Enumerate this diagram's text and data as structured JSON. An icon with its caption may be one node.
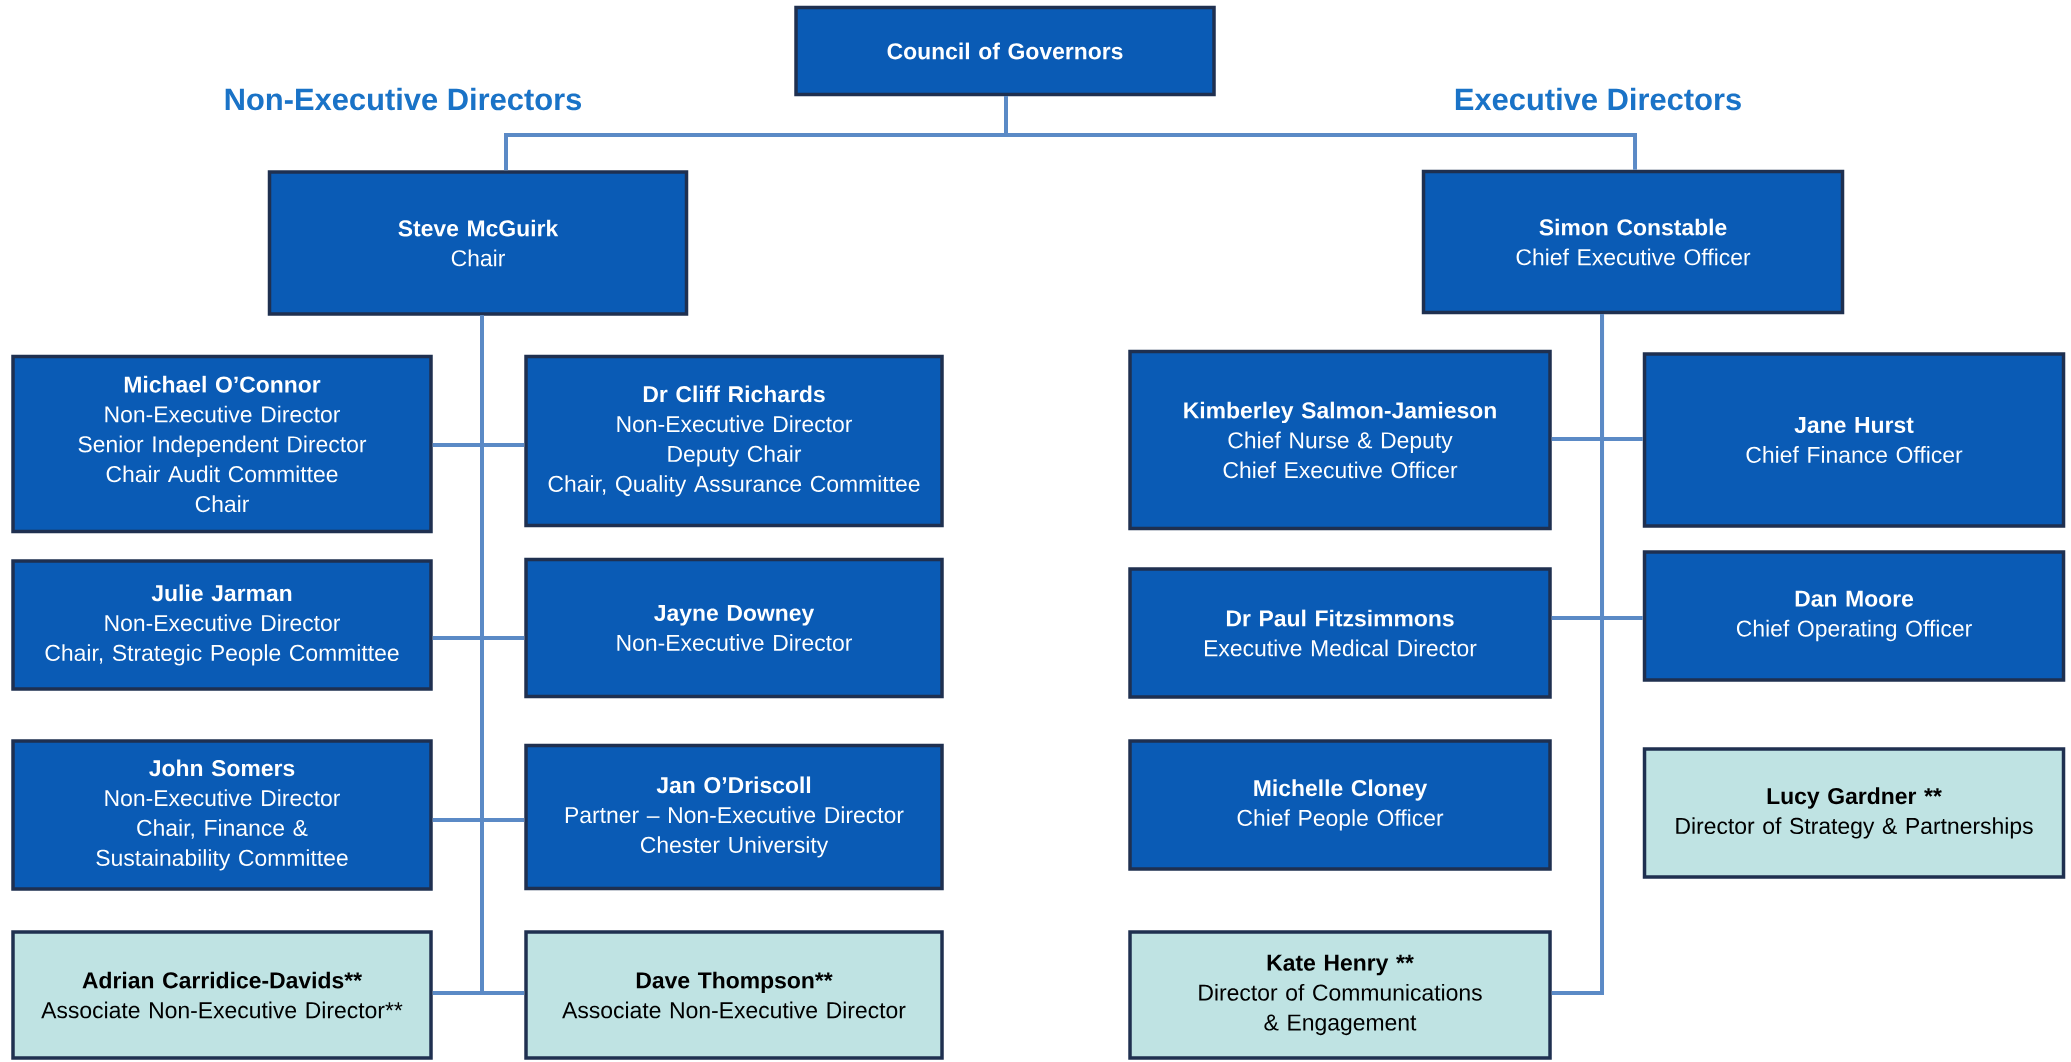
{
  "diagram": {
    "nodes": [
      {
        "text": [
          "Council of Governors"
        ]
      },
      {
        "text": [
          "Steve McGuirk",
          "Chair"
        ]
      },
      {
        "text": [
          "Simon Constable",
          "Chief Executive Officer"
        ]
      },
      {
        "text": [
          "Michael O’Connor",
          "Non-Executive Director",
          "Senior Independent Director",
          "Chair Audit Committee",
          "Chair"
        ]
      },
      {
        "text": [
          "Dr Cliff Richards",
          "Non-Executive Director",
          "Deputy Chair",
          "Chair, Quality Assurance Committee"
        ]
      },
      {
        "text": [
          "Julie Jarman",
          "Non-Executive Director",
          "Chair, Strategic People Committee"
        ]
      },
      {
        "text": [
          "Jayne Downey",
          "Non-Executive Director"
        ]
      },
      {
        "text": [
          "John Somers",
          "Non-Executive Director",
          "Chair, Finance & Sustainability Committee"
        ]
      },
      {
        "text": [
          "Jan O’Driscoll",
          "Partner – Non-Executive Director",
          "Chester University"
        ]
      },
      {
        "text": [
          "Adrian Carridice-Davids**",
          "Associate Non-Executive Director**"
        ]
      },
      {
        "text": [
          "Dave Thompson**",
          "Associate Non-Executive Director"
        ]
      },
      {
        "text": [
          "Kimberley Salmon-Jamieson",
          "Chief Nurse & Deputy Chief Executive Officer"
        ]
      },
      {
        "text": [
          "Jane Hurst",
          "Chief Finance Officer"
        ]
      },
      {
        "text": [
          "Dr Paul Fitzsimmons",
          "Executive Medical Director"
        ]
      },
      {
        "text": [
          "Dan Moore",
          "Chief Operating Officer"
        ]
      },
      {
        "text": [
          "Michelle Cloney",
          "Chief People Officer"
        ]
      },
      {
        "text": [
          "Lucy Gardner **",
          "Director of Strategy & Partnerships"
        ]
      },
      {
        "text": [
          "Kate Henry **",
          "Director of Communications & Engagement"
        ]
      }
    ],
    "edges": [
      {
        "from": 0,
        "to": 1,
        "arrow": "none"
      },
      {
        "from": 0,
        "to": 2,
        "arrow": "none"
      },
      {
        "from": 1,
        "to": 3,
        "arrow": "none"
      },
      {
        "from": 1,
        "to": 4,
        "arrow": "none"
      },
      {
        "from": 1,
        "to": 5,
        "arrow": "none"
      },
      {
        "from": 1,
        "to": 6,
        "arrow": "none"
      },
      {
        "from": 1,
        "to": 7,
        "arrow": "none"
      },
      {
        "from": 1,
        "to": 8,
        "arrow": "none"
      },
      {
        "from": 1,
        "to": 9,
        "arrow": "none"
      },
      {
        "from": 1,
        "to": 10,
        "arrow": "none"
      },
      {
        "from": 2,
        "to": 11,
        "arrow": "none"
      },
      {
        "from": 2,
        "to": 12,
        "arrow": "none"
      },
      {
        "from": 2,
        "to": 13,
        "arrow": "none"
      },
      {
        "from": 2,
        "to": 14,
        "arrow": "none"
      },
      {
        "from": 2,
        "to": 17,
        "arrow": "none"
      }
    ],
    "labels": [
      "Non-Executive Directors",
      "Executive Directors"
    ]
  }
}
